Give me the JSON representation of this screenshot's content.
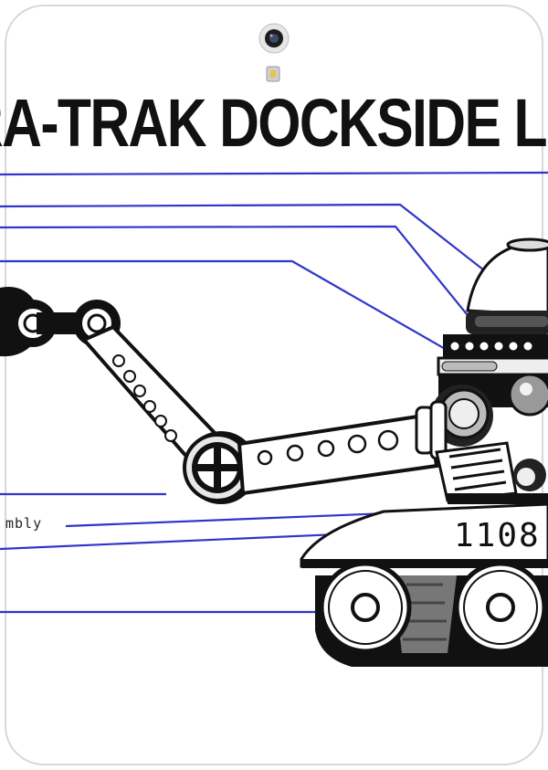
{
  "artwork": {
    "title": "RA-TRAK DOCKSIDE L",
    "callout_label": "mbly",
    "serial_number": "1108"
  },
  "colors": {
    "frame": "#d8d8d8",
    "leader_lines": "#2f36c8",
    "ink": "#111111",
    "background": "#ffffff"
  },
  "icons": {
    "camera": "front-camera-icon",
    "sensor": "flash-sensor-icon"
  }
}
